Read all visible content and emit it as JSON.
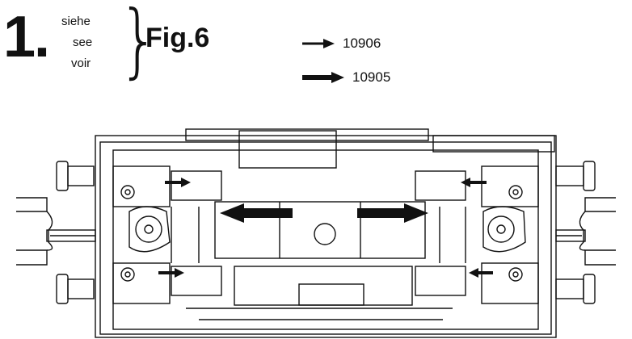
{
  "header": {
    "step_number": "1.",
    "languages": [
      "siehe",
      "see",
      "voir"
    ],
    "figure_ref": "Fig.6"
  },
  "legend": [
    {
      "label": "10906",
      "arrow": "thin-arrow"
    },
    {
      "label": "10905",
      "arrow": "thick-arrow"
    }
  ],
  "drawing": {
    "subject": "locomotive-underside-technical-drawing",
    "arrow_color": "#111111"
  }
}
